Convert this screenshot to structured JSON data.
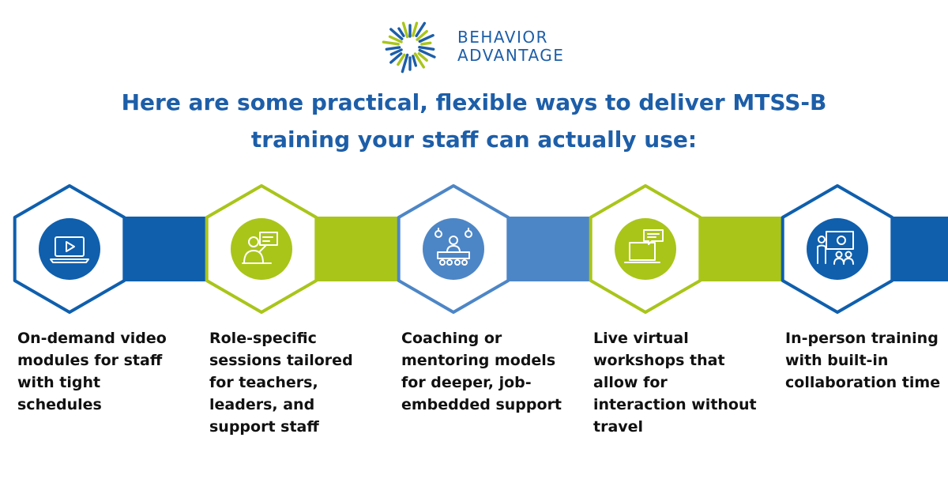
{
  "brand": {
    "name_line1": "BEHAVIOR",
    "name_line2": "ADVANTAGE",
    "logo_icon": "starburst-logo-icon"
  },
  "headline": {
    "line1": "Here are some practical, flexible ways to deliver MTSS-B",
    "line2": "training your staff can actually use:"
  },
  "colors": {
    "primary_blue": "#1d5ea8",
    "bright_blue": "#0f5fad",
    "lime_green": "#a9c51a",
    "light_blue": "#4d86c6",
    "text_dark": "#111111"
  },
  "steps": [
    {
      "icon": "video-monitor-icon",
      "color": "#0f5fad",
      "text": "On-demand video modules for staff with tight schedules"
    },
    {
      "icon": "presenter-whiteboard-icon",
      "color": "#a9c51a",
      "text": "Role-specific sessions tailored for teachers, leaders, and support staff"
    },
    {
      "icon": "mentor-group-icon",
      "color": "#4d86c6",
      "text": "Coaching or mentoring models for deeper, job-embedded support"
    },
    {
      "icon": "virtual-chat-laptop-icon",
      "color": "#a9c51a",
      "text": "Live virtual workshops that allow for interaction without travel"
    },
    {
      "icon": "in-person-collaboration-icon",
      "color": "#0f5fad",
      "text": "In-person training with built-in collaboration time"
    }
  ]
}
